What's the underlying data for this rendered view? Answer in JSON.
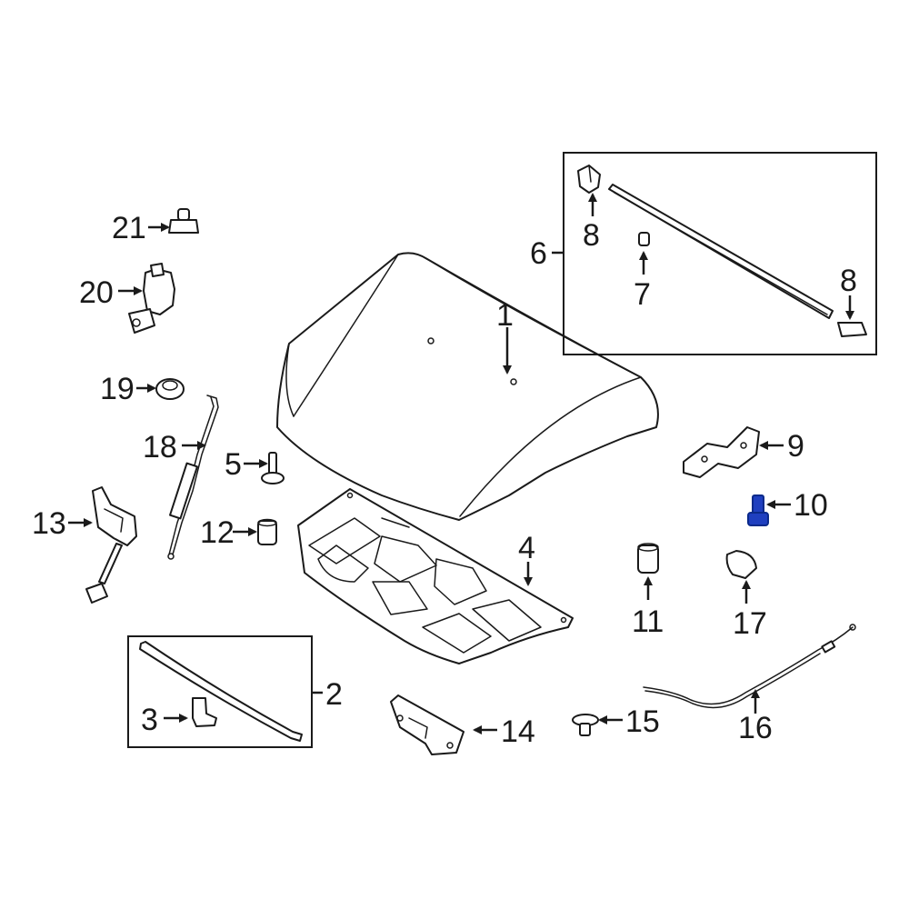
{
  "labels": {
    "p1": "1",
    "p2": "2",
    "p3": "3",
    "p4": "4",
    "p5": "5",
    "p6": "6",
    "p7": "7",
    "p8a": "8",
    "p8b": "8",
    "p9": "9",
    "p10": "10",
    "p11": "11",
    "p12": "12",
    "p13": "13",
    "p14": "14",
    "p15": "15",
    "p16": "16",
    "p17": "17",
    "p18": "18",
    "p19": "19",
    "p20": "20",
    "p21": "21"
  },
  "highlight": {
    "part": "10",
    "color": "#1f3fbf"
  },
  "icons": {
    "hood": "hood-panel-icon",
    "insulator": "hood-insulator-icon",
    "weatherstrip": "weatherstrip-icon",
    "seal": "hood-seal-icon",
    "clip": "clip-icon",
    "bolt": "bolt-icon",
    "hinge": "hinge-icon",
    "latch": "latch-icon",
    "cable": "release-cable-icon",
    "strut": "lift-support-icon",
    "bumper": "bumper-icon",
    "grommet": "grommet-icon",
    "bracket": "bracket-icon"
  }
}
